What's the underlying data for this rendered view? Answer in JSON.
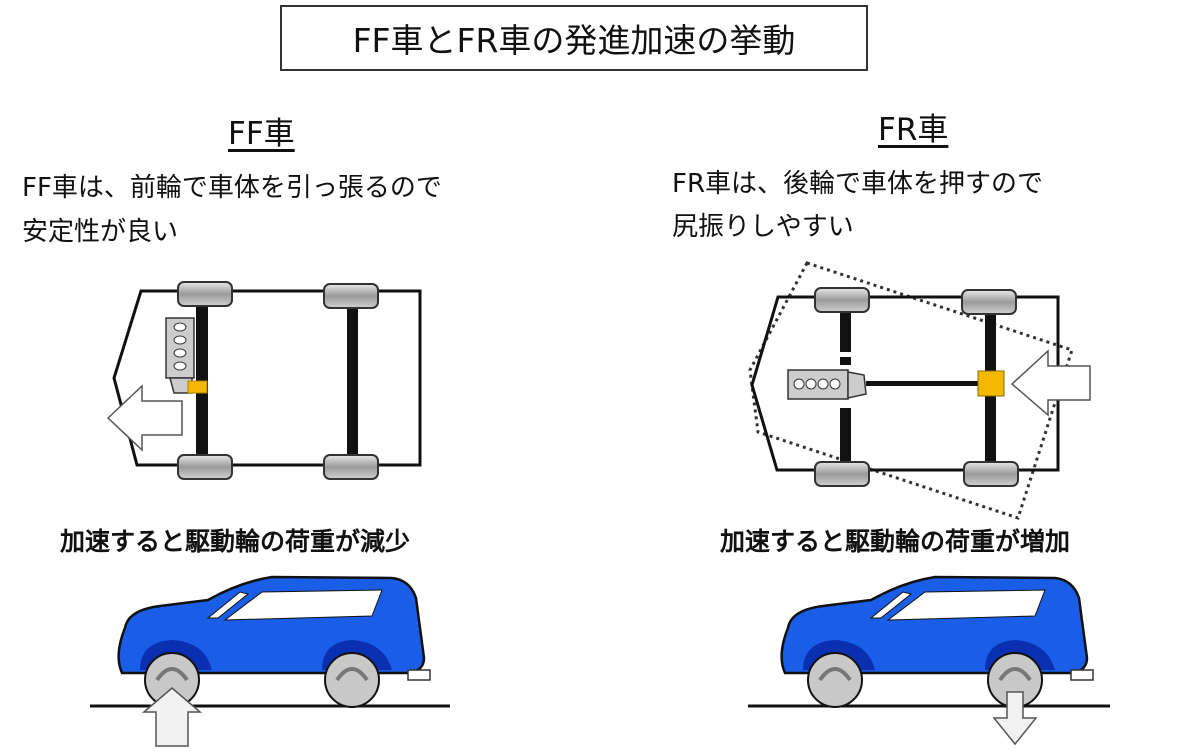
{
  "title": "FF車とFR車の発進加速の挙動",
  "ff": {
    "heading": "FF車",
    "description_line1": "FF車は、前輪で車体を引っ張るので",
    "description_line2": "安定性が良い",
    "caption": "加速すると駆動輪の荷重が減少"
  },
  "fr": {
    "heading": "FR車",
    "description_line1": "FR車は、後輪で車体を押すので",
    "description_line2": "尻振りしやすい",
    "caption": "加速すると駆動輪の荷重が増加"
  },
  "colors": {
    "car_body": "#1a5ee8",
    "car_dark": "#0a2fb0",
    "differential": "#f5b800",
    "wheel": "#a8a8a8"
  }
}
